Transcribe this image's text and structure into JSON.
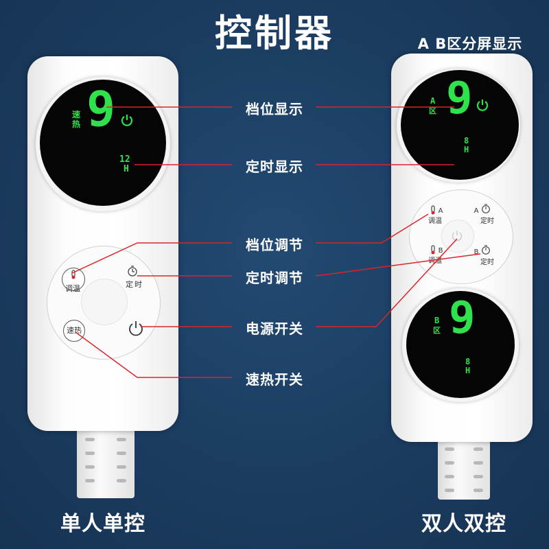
{
  "header": {
    "title": "控制器",
    "dual_subtitle": "A B区分屏显示"
  },
  "callouts": {
    "gear_display": "档位显示",
    "timer_display": "定时显示",
    "gear_adjust": "档位调节",
    "timer_adjust": "定时调节",
    "power_switch": "电源开关",
    "quick_heat_switch": "速热开关"
  },
  "single": {
    "label": "单人单控",
    "display": {
      "digit": "9",
      "mode": "速热",
      "timer_num": "12",
      "timer_unit": "H"
    },
    "buttons": {
      "temp": "调温",
      "timer": "定时",
      "quick": "速热"
    }
  },
  "dual": {
    "label": "双人双控",
    "zone_a": {
      "zone": "A",
      "zone_char": "区",
      "digit": "9",
      "timer_num": "8",
      "timer_unit": "H"
    },
    "zone_b": {
      "zone": "B",
      "zone_char": "区",
      "digit": "9",
      "timer_num": "8",
      "timer_unit": "H"
    },
    "buttons": {
      "a_temp_prefix": "A",
      "a_temp": "调温",
      "a_timer_prefix": "A",
      "a_timer": "定时",
      "b_temp_prefix": "B",
      "b_temp": "调温",
      "b_timer_prefix": "B",
      "b_timer": "定时"
    }
  },
  "colors": {
    "background": "#1b3c60",
    "led": "#2fe24b",
    "callout_line": "#d9252a"
  }
}
